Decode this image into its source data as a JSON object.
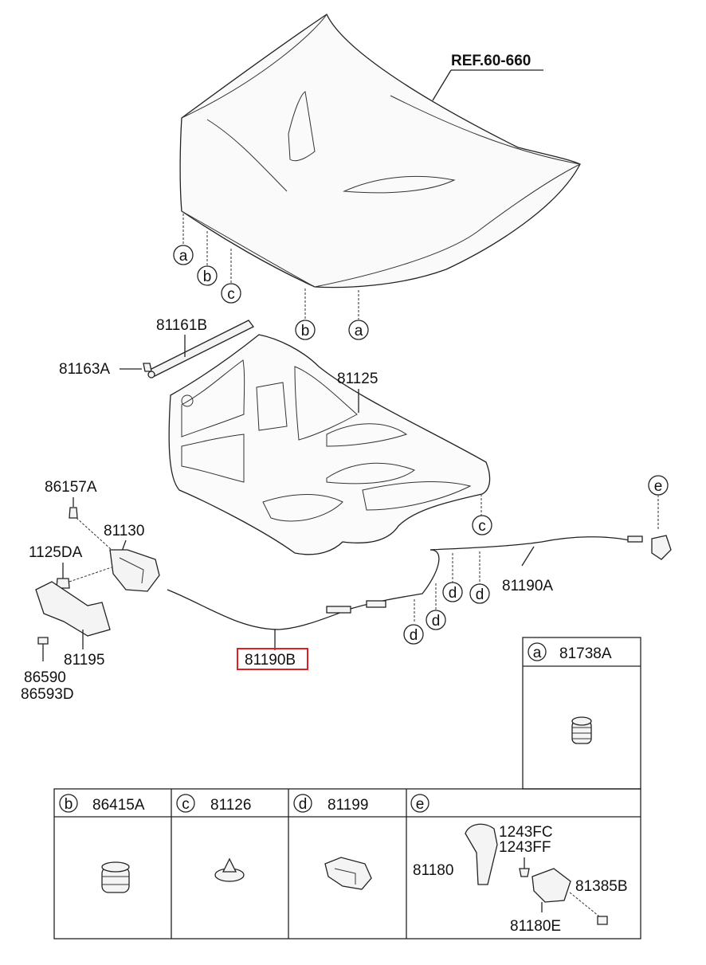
{
  "reference": "REF.60-660",
  "parts": {
    "p81161B": "81161B",
    "p81163A": "81163A",
    "p81125": "81125",
    "p86157A": "86157A",
    "p81130": "81130",
    "p1125DA": "1125DA",
    "p81195": "81195",
    "p86590": "86590",
    "p86593D": "86593D",
    "p81190B": "81190B",
    "p81190A": "81190A"
  },
  "callouts": {
    "a": "a",
    "b": "b",
    "c": "c",
    "d": "d",
    "e": "e"
  },
  "legend": {
    "a": {
      "letter": "a",
      "part": "81738A"
    },
    "b": {
      "letter": "b",
      "part": "86415A"
    },
    "c": {
      "letter": "c",
      "part": "81126"
    },
    "d": {
      "letter": "d",
      "part": "81199"
    },
    "e": {
      "letter": "e",
      "parts": {
        "p1243FC": "1243FC",
        "p1243FF": "1243FF",
        "p81180": "81180",
        "p81385B": "81385B",
        "p81180E": "81180E"
      }
    }
  },
  "highlight_color": "#e02020"
}
